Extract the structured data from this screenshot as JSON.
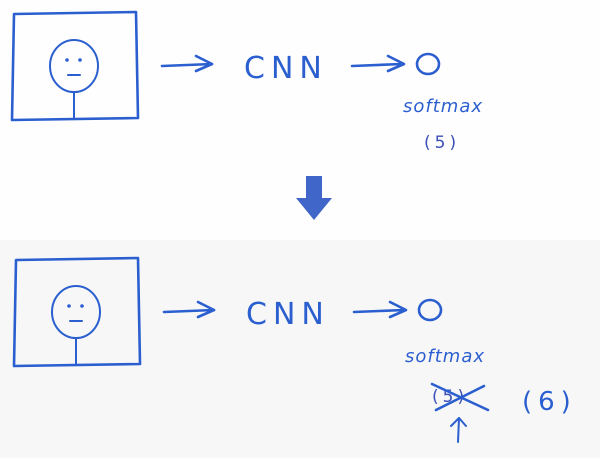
{
  "top": {
    "model_label": "CNN",
    "output_label": "softmax",
    "class_count": "(5)"
  },
  "bottom": {
    "model_label": "CNN",
    "output_label": "softmax",
    "crossed_count": "(5)",
    "class_count": "(6)"
  },
  "colors": {
    "ink": "#2b5fd0",
    "arrow_fill": "#3f66c8"
  }
}
